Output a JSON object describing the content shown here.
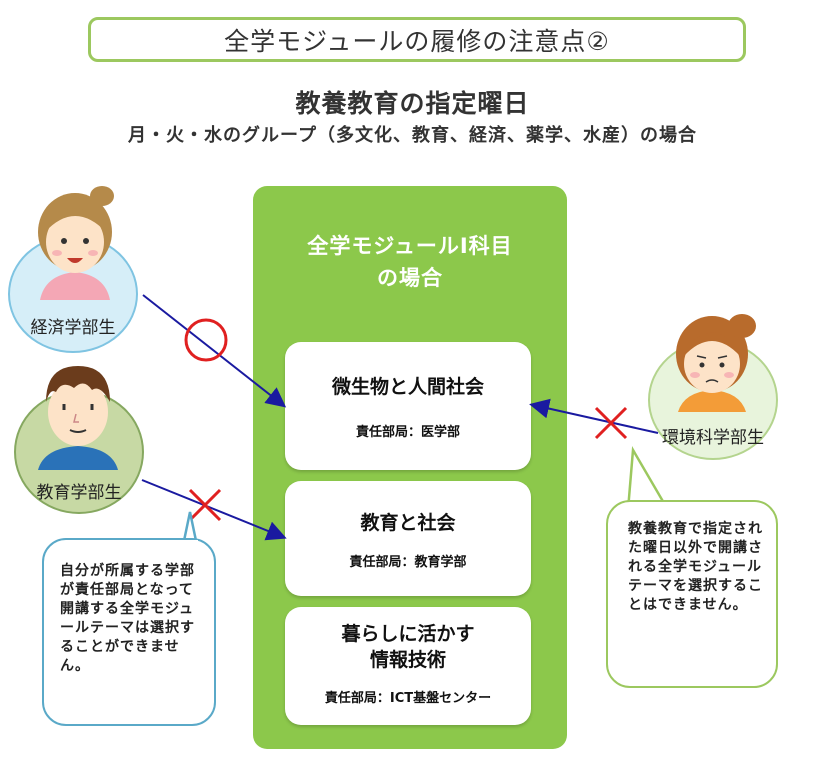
{
  "header": {
    "title": "全学モジュールの履修の注意点②"
  },
  "section": {
    "title": "教養教育の指定曜日",
    "subtitle": "月・火・水のグループ（多文化、教育、経済、薬学、水産）の場合"
  },
  "panel": {
    "heading_line1": "全学モジュールⅠ科目",
    "heading_line2": "の場合",
    "cards": [
      {
        "title": "微生物と人間社会",
        "dept": "責任部局：医学部"
      },
      {
        "title": "教育と社会",
        "dept": "責任部局：教育学部"
      },
      {
        "title_line1": "暮らしに活かす",
        "title_line2": "情報技術",
        "dept": "責任部局：ICT基盤センター"
      }
    ]
  },
  "students": {
    "economics": {
      "label": "経済学部生"
    },
    "education": {
      "label": "教育学部生"
    },
    "environment": {
      "label": "環境科学部生"
    }
  },
  "marks": {
    "ok": "○",
    "ng": "×"
  },
  "bubbles": {
    "left": "自分が所属する学部が責任部局となって開講する全学モジュールテーマは選択することができません。",
    "right": "教養教育で指定された曜日以外で開講される全学モジュールテーマを選択することはできません。"
  },
  "colors": {
    "panel_green": "#8cc84b",
    "arrow_blue": "#1a1aa0",
    "mark_red": "#e02020",
    "economics_circle": "#d6eef8",
    "education_circle": "#c7d9a4",
    "environment_circle": "#e8f4dc"
  }
}
